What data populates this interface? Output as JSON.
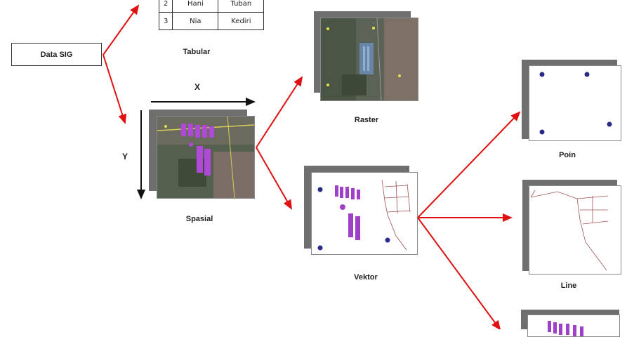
{
  "root": {
    "label": "Data SIG"
  },
  "tabular": {
    "caption": "Tabular",
    "rows": [
      [
        "2",
        "Hani",
        "Tuban"
      ],
      [
        "3",
        "Nia",
        "Kediri"
      ]
    ]
  },
  "spasial": {
    "caption": "Spasial",
    "x_label": "X",
    "y_label": "Y"
  },
  "raster": {
    "caption": "Raster"
  },
  "vektor": {
    "caption": "Vektor"
  },
  "poin": {
    "caption": "Poin"
  },
  "line": {
    "caption": "Line"
  },
  "colors": {
    "arrow": "#e01010",
    "point": "#2a2a8a",
    "polygon": "#a040c8",
    "line": "#a05050",
    "shadow": "#6f6f6f"
  }
}
